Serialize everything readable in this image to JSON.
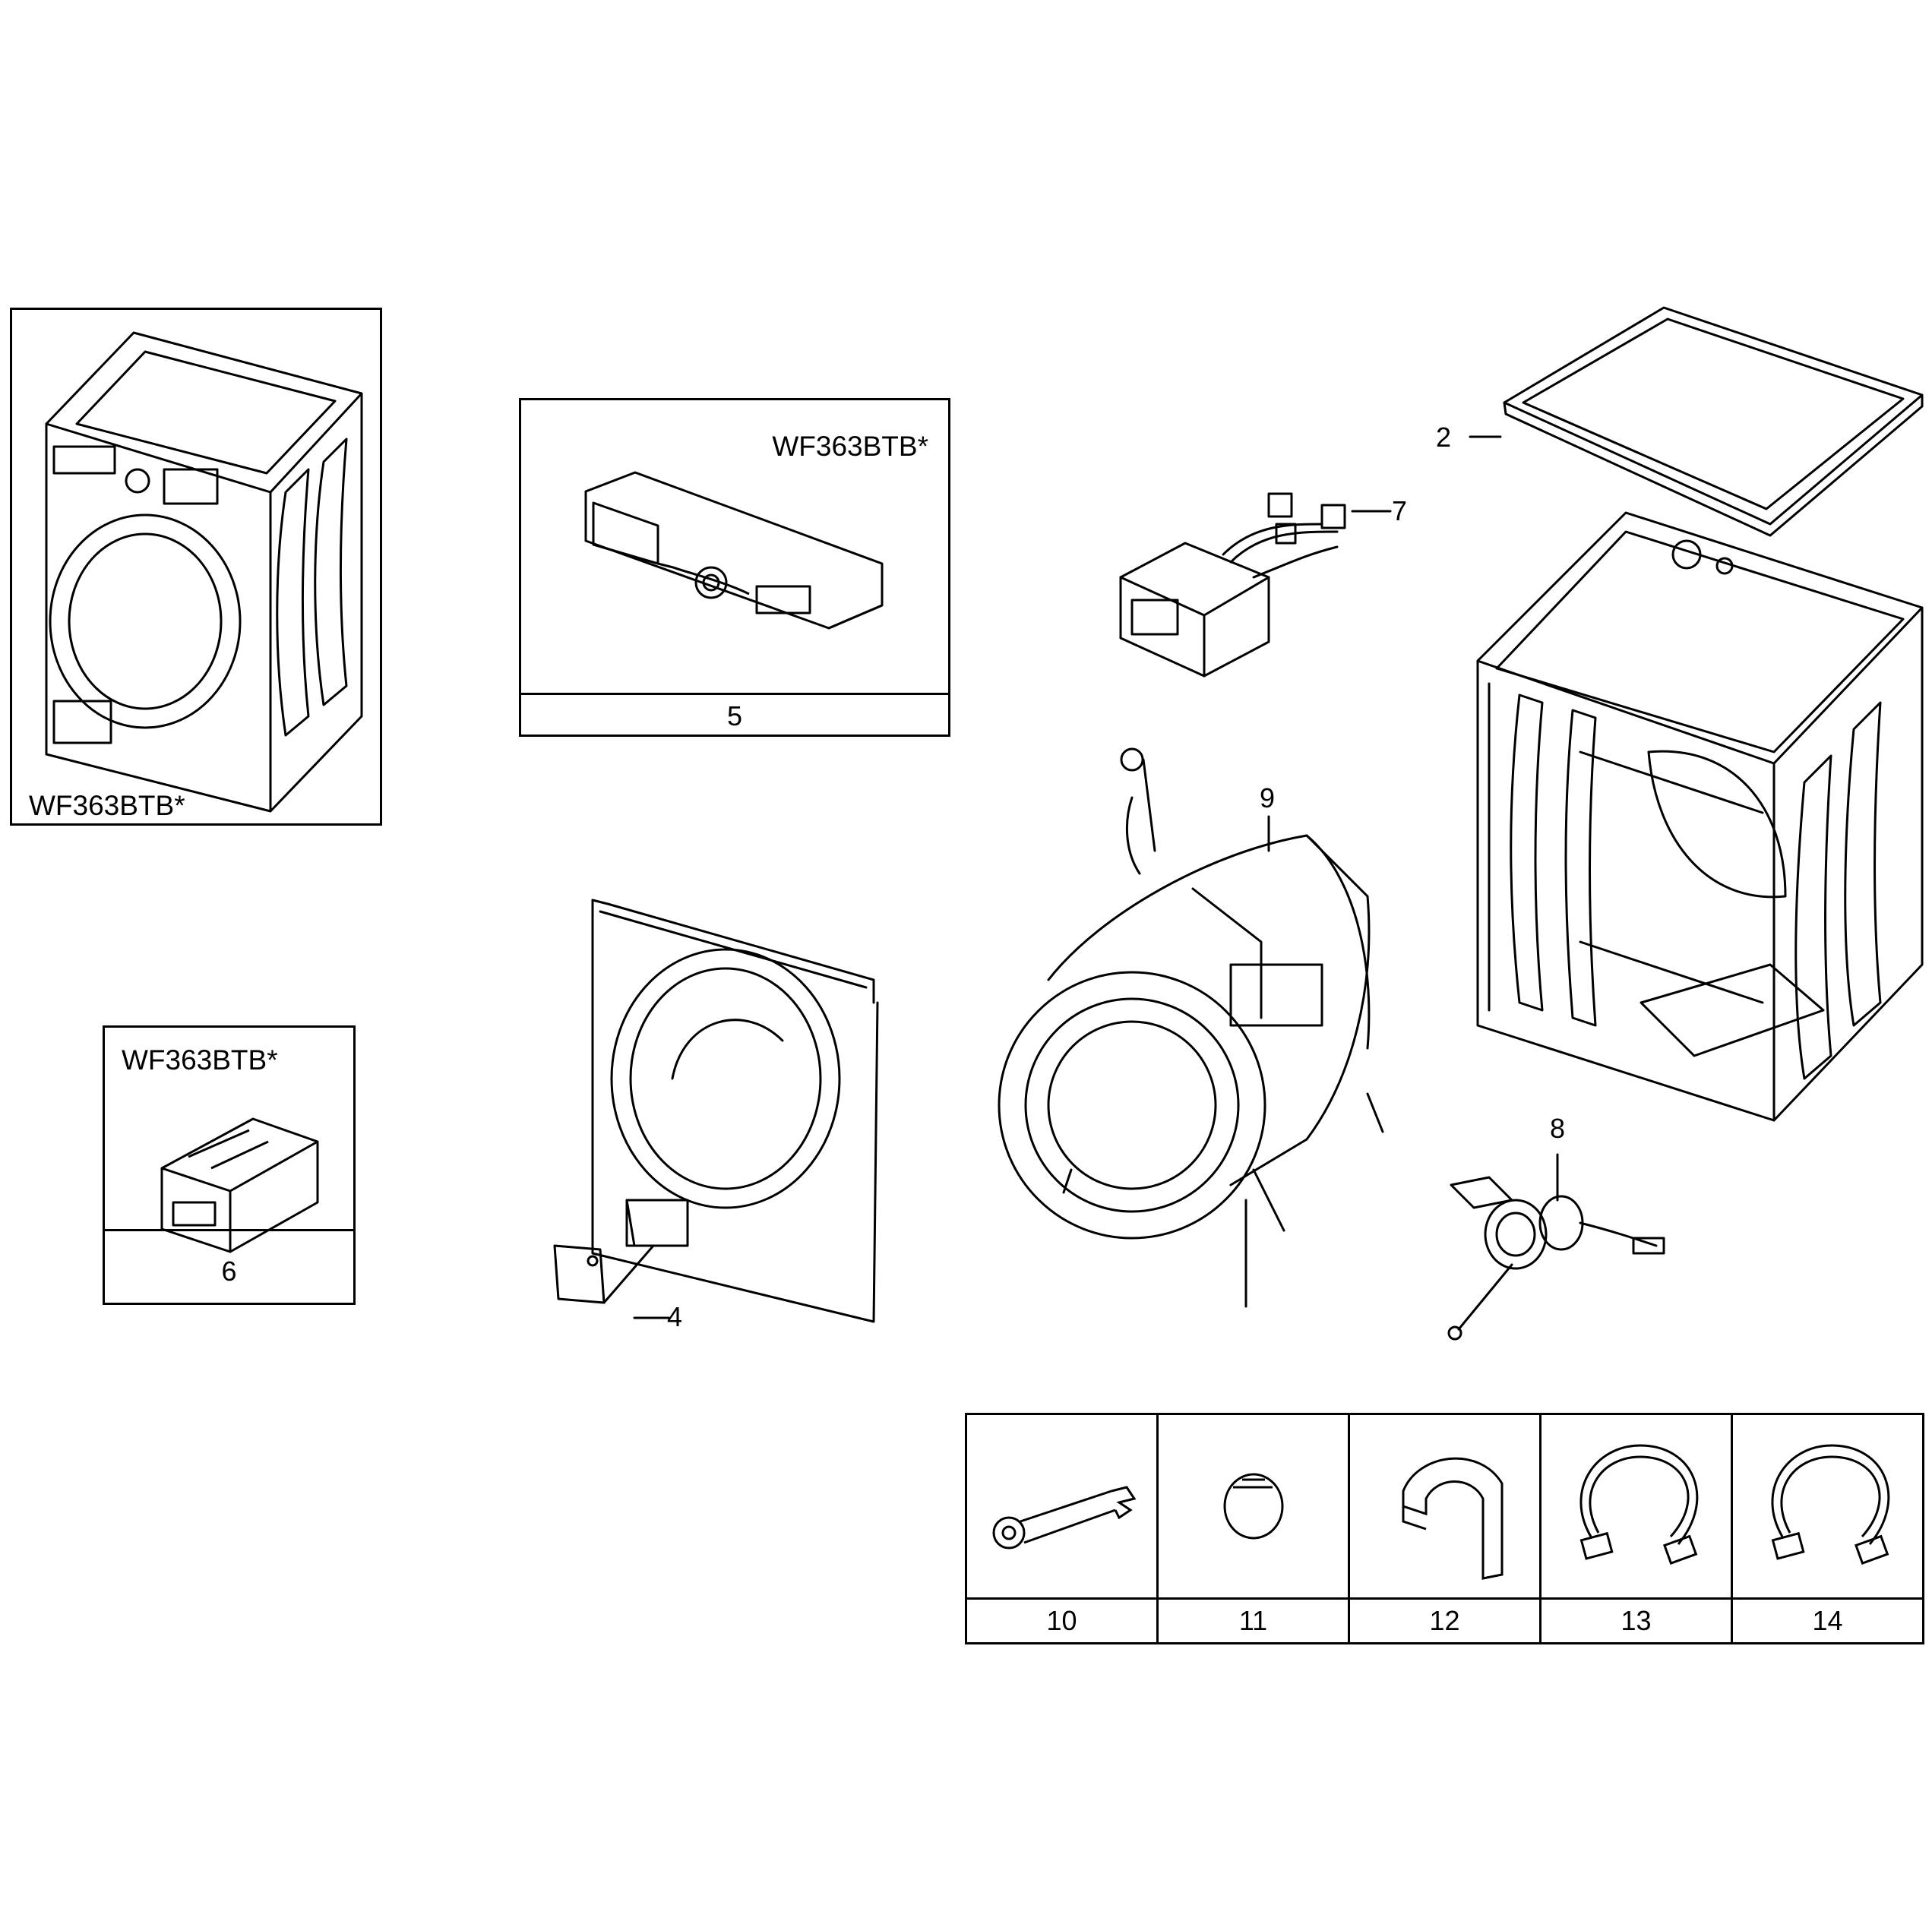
{
  "boxes": {
    "washer_model": "WF363BTB*",
    "panel_model": "WF363BTB*",
    "panel_number": "5",
    "dispenser_model": "WF363BTB*",
    "dispenser_number": "6"
  },
  "callouts": {
    "top_cover": "2",
    "service_cap": "4",
    "dispenser_housing": "7",
    "drain_pump": "8",
    "tub_assembly": "9"
  },
  "accessories": [
    {
      "number": "10",
      "icon": "wrench-icon"
    },
    {
      "number": "11",
      "icon": "cap-icon"
    },
    {
      "number": "12",
      "icon": "hose-guide-icon"
    },
    {
      "number": "13",
      "icon": "hose-icon"
    },
    {
      "number": "14",
      "icon": "hose-icon"
    }
  ]
}
